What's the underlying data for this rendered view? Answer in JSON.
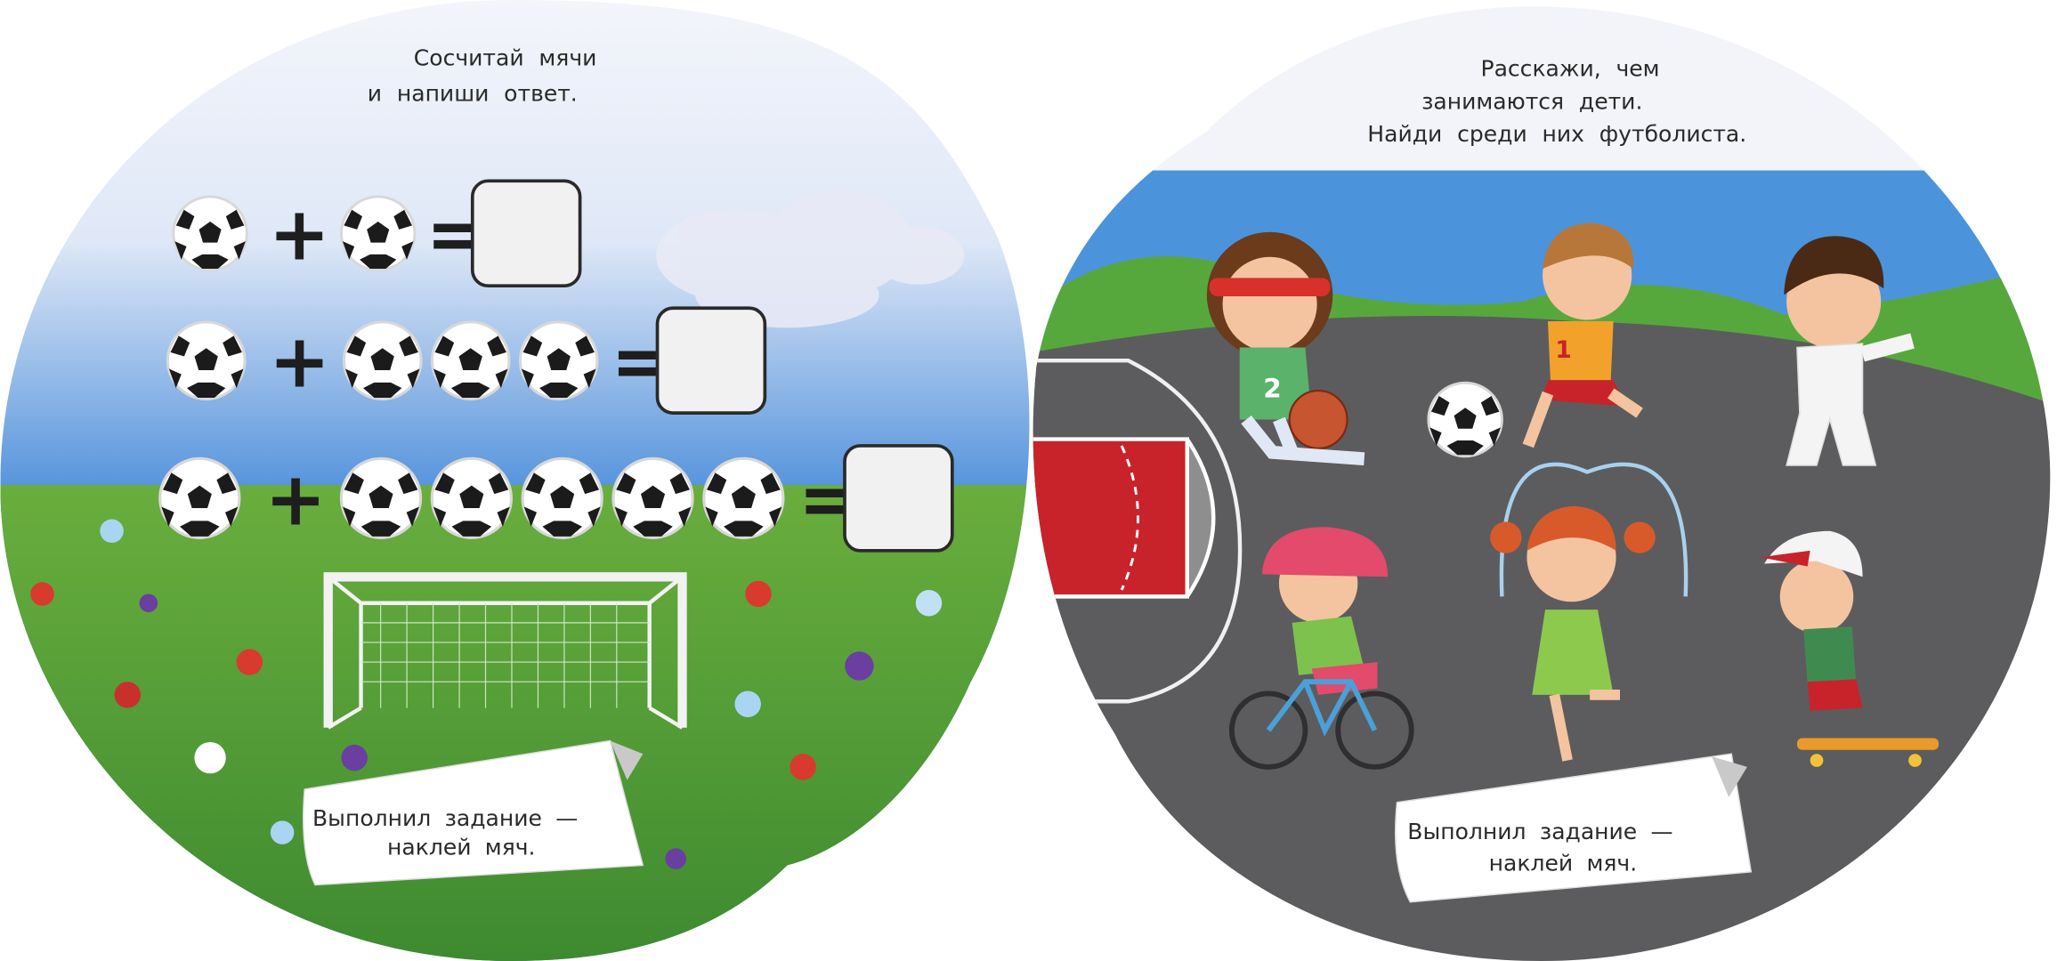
{
  "left_page": {
    "instruction_line1": "Сосчитай мячи",
    "instruction_line2": "и напиши ответ.",
    "equations": [
      {
        "first": 1,
        "second": 1,
        "plus": "+",
        "equals": "=",
        "answer": ""
      },
      {
        "first": 1,
        "second": 3,
        "plus": "+",
        "equals": "=",
        "answer": ""
      },
      {
        "first": 1,
        "second": 5,
        "plus": "+",
        "equals": "=",
        "answer": ""
      }
    ],
    "sticker_line1": "Выполнил задание —",
    "sticker_line2": "наклей мяч."
  },
  "right_page": {
    "instruction_line1": "Расскажи, чем",
    "instruction_line2": "занимаются дети.",
    "instruction_line3": "Найди среди них футболиста.",
    "jersey_numbers": [
      "2",
      "1"
    ],
    "sticker_line1": "Выполнил задание —",
    "sticker_line2": "наклей мяч."
  },
  "colors": {
    "sky": "#3f86d8",
    "grass": "#4f9a34",
    "asphalt": "#5c5c5e",
    "court_red": "#c8232a"
  }
}
